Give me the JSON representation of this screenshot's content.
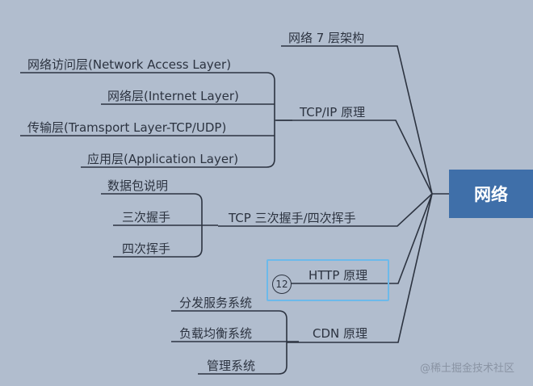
{
  "root": "网络",
  "branches": [
    {
      "label": "网络 7 层架构",
      "children": []
    },
    {
      "label": "TCP/IP 原理",
      "children": [
        "网络访问层(Network Access Layer)",
        "网络层(Internet Layer)",
        "传输层(Tramsport Layer-TCP/UDP)",
        "应用层(Application Layer)"
      ]
    },
    {
      "label": "TCP 三次握手/四次挥手",
      "children": [
        "数据包说明",
        "三次握手",
        "四次挥手"
      ]
    },
    {
      "label": "HTTP 原理",
      "badge": "12",
      "children": []
    },
    {
      "label": "CDN 原理",
      "children": [
        "分发服务系统",
        "负载均衡系统",
        "管理系统"
      ]
    }
  ],
  "watermark": "@稀土掘金技术社区",
  "colors": {
    "background": "#b1bdce",
    "root": "#3f6fa9",
    "selection": "#6cb9ea",
    "line": "#2c3340"
  }
}
